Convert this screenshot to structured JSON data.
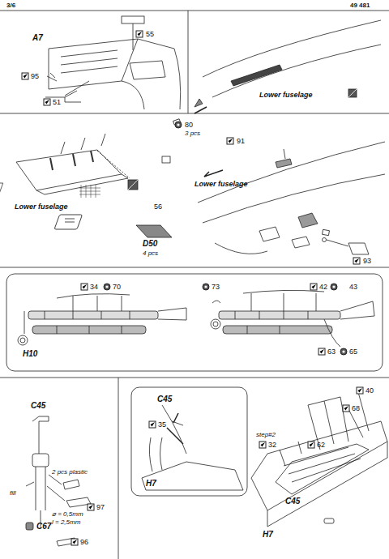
{
  "diagram": {
    "labels": [
      "3/6",
      "49 481",
      "A7",
      "55",
      "95",
      "51",
      "Lower fuselage",
      "80",
      "3 pcs",
      "Lower fuselage",
      "56",
      "D50",
      "4 pcs",
      "91",
      "Lower fuselage",
      "93",
      "34",
      "70",
      "H10",
      "73",
      "42",
      "43",
      "63",
      "65",
      "C45",
      "35",
      "H7",
      "40",
      "68",
      "step#2",
      "32",
      "62",
      "C45",
      "H7",
      "C45",
      "2 pcs plastic",
      "⌀ = 0,5mm",
      "l = 2,5mm",
      "fill",
      "97",
      "C67",
      "96"
    ]
  }
}
